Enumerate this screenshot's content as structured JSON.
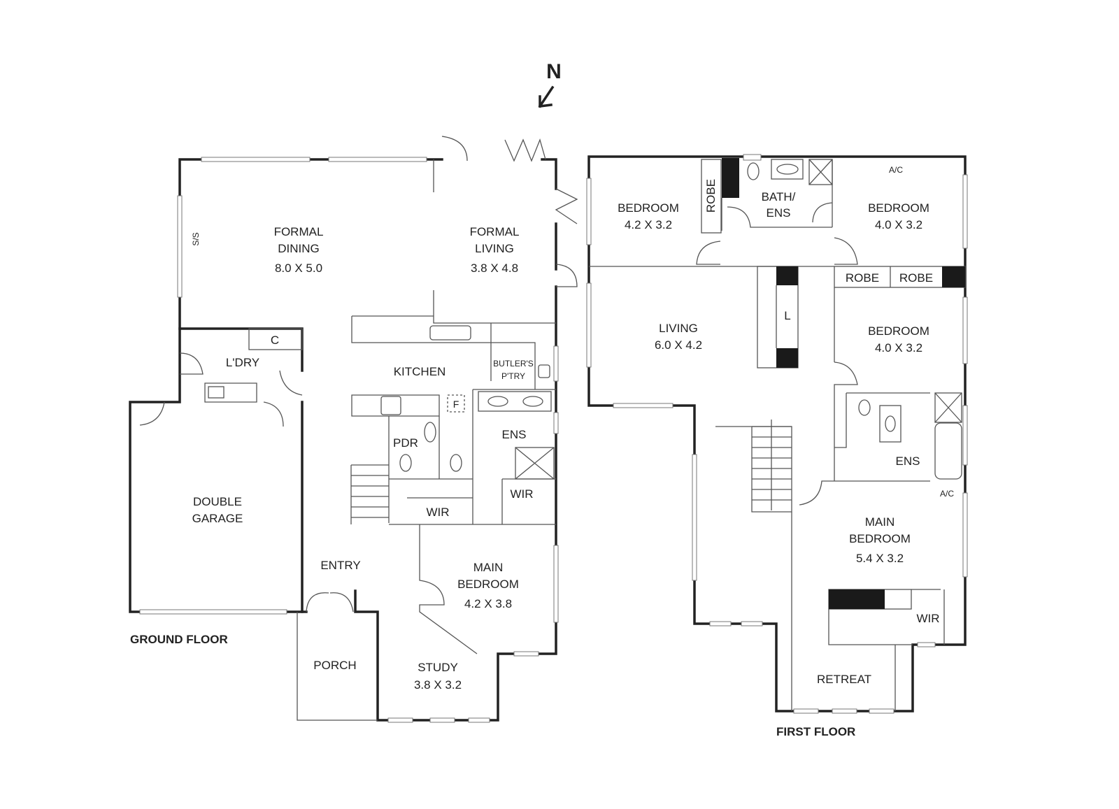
{
  "compass": "N",
  "ground_floor": {
    "title": "GROUND FLOOR",
    "rooms": {
      "formal_dining": {
        "lines": [
          "FORMAL",
          "DINING"
        ],
        "dims": "8.0 X 5.0"
      },
      "formal_living": {
        "lines": [
          "FORMAL",
          "LIVING"
        ],
        "dims": "3.8 X 4.8"
      },
      "laundry": {
        "lines": [
          "L'DRY"
        ]
      },
      "kitchen": {
        "lines": [
          "KITCHEN"
        ]
      },
      "butlers_pantry": {
        "lines": [
          "BUTLER'S",
          "P'TRY"
        ]
      },
      "powder": {
        "lines": [
          "PDR"
        ]
      },
      "ensuite": {
        "lines": [
          "ENS"
        ]
      },
      "wir1": {
        "lines": [
          "WIR"
        ]
      },
      "wir2": {
        "lines": [
          "WIR"
        ]
      },
      "double_garage": {
        "lines": [
          "DOUBLE",
          "GARAGE"
        ]
      },
      "entry": {
        "lines": [
          "ENTRY"
        ]
      },
      "main_bedroom": {
        "lines": [
          "MAIN",
          "BEDROOM"
        ],
        "dims": "4.2 X 3.8"
      },
      "porch": {
        "lines": [
          "PORCH"
        ]
      },
      "study": {
        "lines": [
          "STUDY"
        ],
        "dims": "3.8 X 3.2"
      }
    },
    "fixtures": {
      "sliding_door": "S/S",
      "cupboard": "C",
      "fridge": "F"
    }
  },
  "first_floor": {
    "title": "FIRST FLOOR",
    "rooms": {
      "bedroom1": {
        "lines": [
          "BEDROOM"
        ],
        "dims": "4.2 X 3.2"
      },
      "robe1": {
        "lines": [
          "ROBE"
        ]
      },
      "bath_ens": {
        "lines": [
          "BATH/",
          "ENS"
        ]
      },
      "bedroom2": {
        "lines": [
          "BEDROOM"
        ],
        "dims": "4.0 X 3.2"
      },
      "robe2": {
        "lines": [
          "ROBE"
        ]
      },
      "robe3": {
        "lines": [
          "ROBE"
        ]
      },
      "living": {
        "lines": [
          "LIVING"
        ],
        "dims": "6.0 X 4.2"
      },
      "linen": {
        "lines": [
          "L"
        ]
      },
      "bedroom3": {
        "lines": [
          "BEDROOM"
        ],
        "dims": "4.0 X 3.2"
      },
      "ensuite": {
        "lines": [
          "ENS"
        ]
      },
      "main_bedroom": {
        "lines": [
          "MAIN",
          "BEDROOM"
        ],
        "dims": "5.4 X 3.2"
      },
      "wir": {
        "lines": [
          "WIR"
        ]
      },
      "retreat": {
        "lines": [
          "RETREAT"
        ]
      }
    },
    "fixtures": {
      "ac1": "A/C",
      "ac2": "A/C"
    }
  }
}
